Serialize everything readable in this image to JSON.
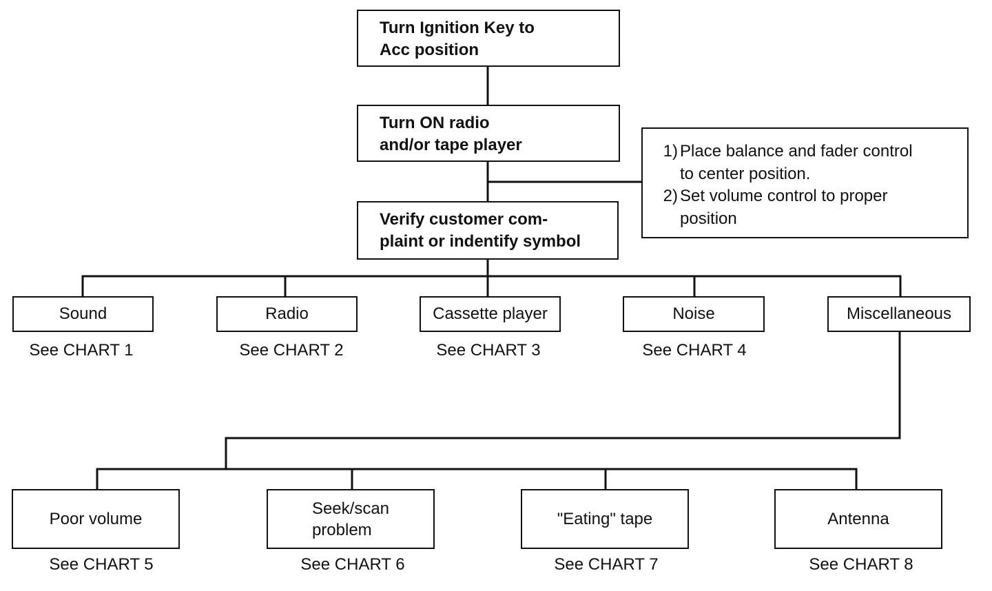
{
  "steps": [
    {
      "line1": "Turn Ignition Key to",
      "line2": "Acc position"
    },
    {
      "line1": "Turn ON radio",
      "line2": "and/or tape player"
    },
    {
      "line1": "Verify customer com-",
      "line2": "plaint or indentify symbol"
    }
  ],
  "note": {
    "items": [
      {
        "num": "1)",
        "line1": "Place balance and fader control",
        "line2": "to center position."
      },
      {
        "num": "2)",
        "line1": "Set volume control to proper",
        "line2": "position"
      }
    ]
  },
  "categories": [
    {
      "label": "Sound",
      "ref": "See CHART 1"
    },
    {
      "label": "Radio",
      "ref": "See CHART 2"
    },
    {
      "label": "Cassette player",
      "ref": "See CHART 3"
    },
    {
      "label": "Noise",
      "ref": "See CHART 4"
    },
    {
      "label": "Miscellaneous"
    }
  ],
  "misc_items": [
    {
      "label": "Poor volume",
      "ref": "See CHART 5"
    },
    {
      "line1": "Seek/scan",
      "line2": "problem",
      "ref": "See CHART 6"
    },
    {
      "label": "\"Eating\" tape",
      "ref": "See CHART 7"
    },
    {
      "label": "Antenna",
      "ref": "See CHART 8"
    }
  ]
}
